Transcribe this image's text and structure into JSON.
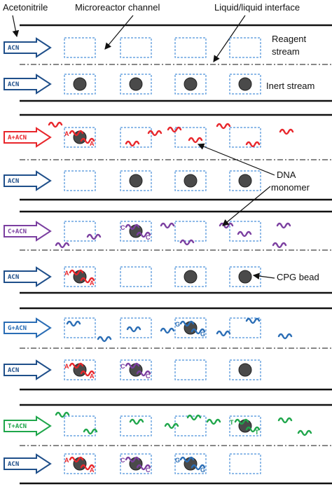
{
  "labels": {
    "acetonitrile": "Acetonitrile",
    "channel": "Microreactor channel",
    "interface": "Liquid/liquid interface",
    "reagent1": "Reagent",
    "reagent2": "stream",
    "inert": "Inert stream",
    "dna1": "DNA",
    "dna2": "monomer",
    "cpg": "CPG bead"
  },
  "arrows": {
    "acn": "ACN",
    "a": "A+ACN",
    "c": "C+ACN",
    "g": "G+ACN",
    "t": "T+ACN"
  },
  "bases": {
    "a": "A",
    "c": "C",
    "g": "G",
    "t": "T"
  },
  "colors": {
    "a": "#e8262b",
    "c": "#7b3fa0",
    "g": "#2a6db5",
    "t": "#1fa64b",
    "acn": "#1f4f8a",
    "bead": "#4a4a4a",
    "box": "#4a90d9"
  }
}
